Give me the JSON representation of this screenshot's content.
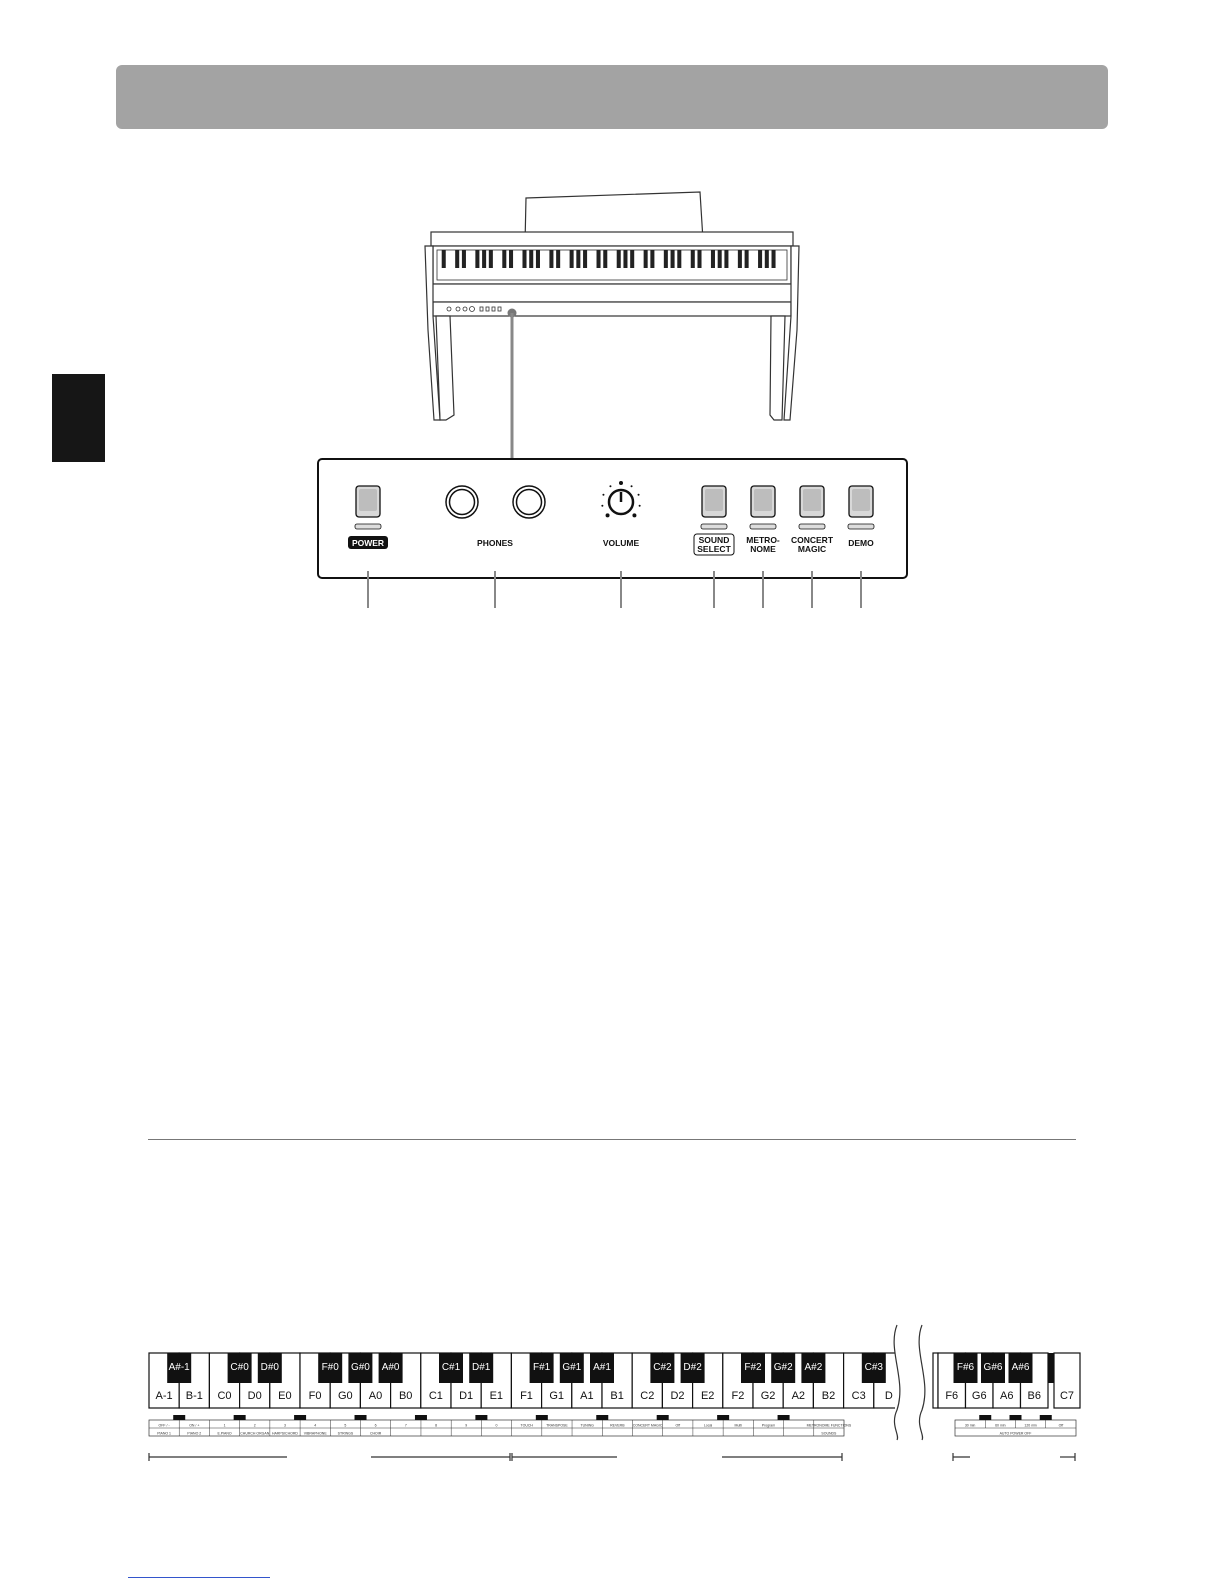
{
  "panel": {
    "power_label": "POWER",
    "phones_label": "PHONES",
    "volume_label": "VOLUME",
    "sound_select_line1": "SOUND",
    "sound_select_line2": "SELECT",
    "metronome_line1": "METRO-",
    "metronome_line2": "NOME",
    "concert_magic_line1": "CONCERT",
    "concert_magic_line2": "MAGIC",
    "demo_label": "DEMO"
  },
  "keyboard": {
    "white_keys_left": [
      "A-1",
      "B-1",
      "C0",
      "D0",
      "E0",
      "F0",
      "G0",
      "A0",
      "B0",
      "C1",
      "D1",
      "E1",
      "F1",
      "G1",
      "A1",
      "B1",
      "C2",
      "D2",
      "E2",
      "F2",
      "G2",
      "A2",
      "B2",
      "C3",
      "D"
    ],
    "white_keys_right": [
      "F6",
      "G6",
      "A6",
      "B6",
      "C7"
    ],
    "black_keys_left": [
      {
        "label": "A#-1",
        "after": 0
      },
      {
        "label": "C#0",
        "after": 2
      },
      {
        "label": "D#0",
        "after": 3
      },
      {
        "label": "F#0",
        "after": 5
      },
      {
        "label": "G#0",
        "after": 6
      },
      {
        "label": "A#0",
        "after": 7
      },
      {
        "label": "C#1",
        "after": 9
      },
      {
        "label": "D#1",
        "after": 10
      },
      {
        "label": "F#1",
        "after": 12
      },
      {
        "label": "G#1",
        "after": 13
      },
      {
        "label": "A#1",
        "after": 14
      },
      {
        "label": "C#2",
        "after": 16
      },
      {
        "label": "D#2",
        "after": 17
      },
      {
        "label": "F#2",
        "after": 19
      },
      {
        "label": "G#2",
        "after": 20
      },
      {
        "label": "A#2",
        "after": 21
      },
      {
        "label": "C#3",
        "after": 23
      }
    ],
    "black_keys_right": [
      {
        "label": "F#6",
        "after": 0
      },
      {
        "label": "G#6",
        "after": 1
      },
      {
        "label": "A#6",
        "after": 2
      }
    ]
  },
  "function_strip_left": [
    "OFF / -",
    "ON / +",
    "1",
    "2",
    "3",
    "4",
    "5",
    "6",
    "7",
    "8",
    "9",
    "0",
    "TOUCH",
    "TRANSPOSE",
    "TUNING",
    "REVERB",
    "CONCERT MAGIC",
    "Off",
    "Local",
    "Multi",
    "Program",
    "",
    "METRONOME FUNCTIONS"
  ],
  "function_strip_left_row2": [
    "PIANO 1",
    "PIANO 2",
    "E.PIANO",
    "CHURCH ORGAN",
    "HARPSICHORD",
    "VIBRAPHONE",
    "STRINGS",
    "CHOIR",
    "",
    "",
    "",
    "",
    "",
    "",
    "",
    "",
    "",
    "",
    "",
    "",
    "",
    "",
    "SOUNDS"
  ],
  "function_strip_right": [
    "30 min",
    "60 min",
    "120 min",
    "Off"
  ],
  "function_strip_right_row2": "AUTO POWER OFF"
}
